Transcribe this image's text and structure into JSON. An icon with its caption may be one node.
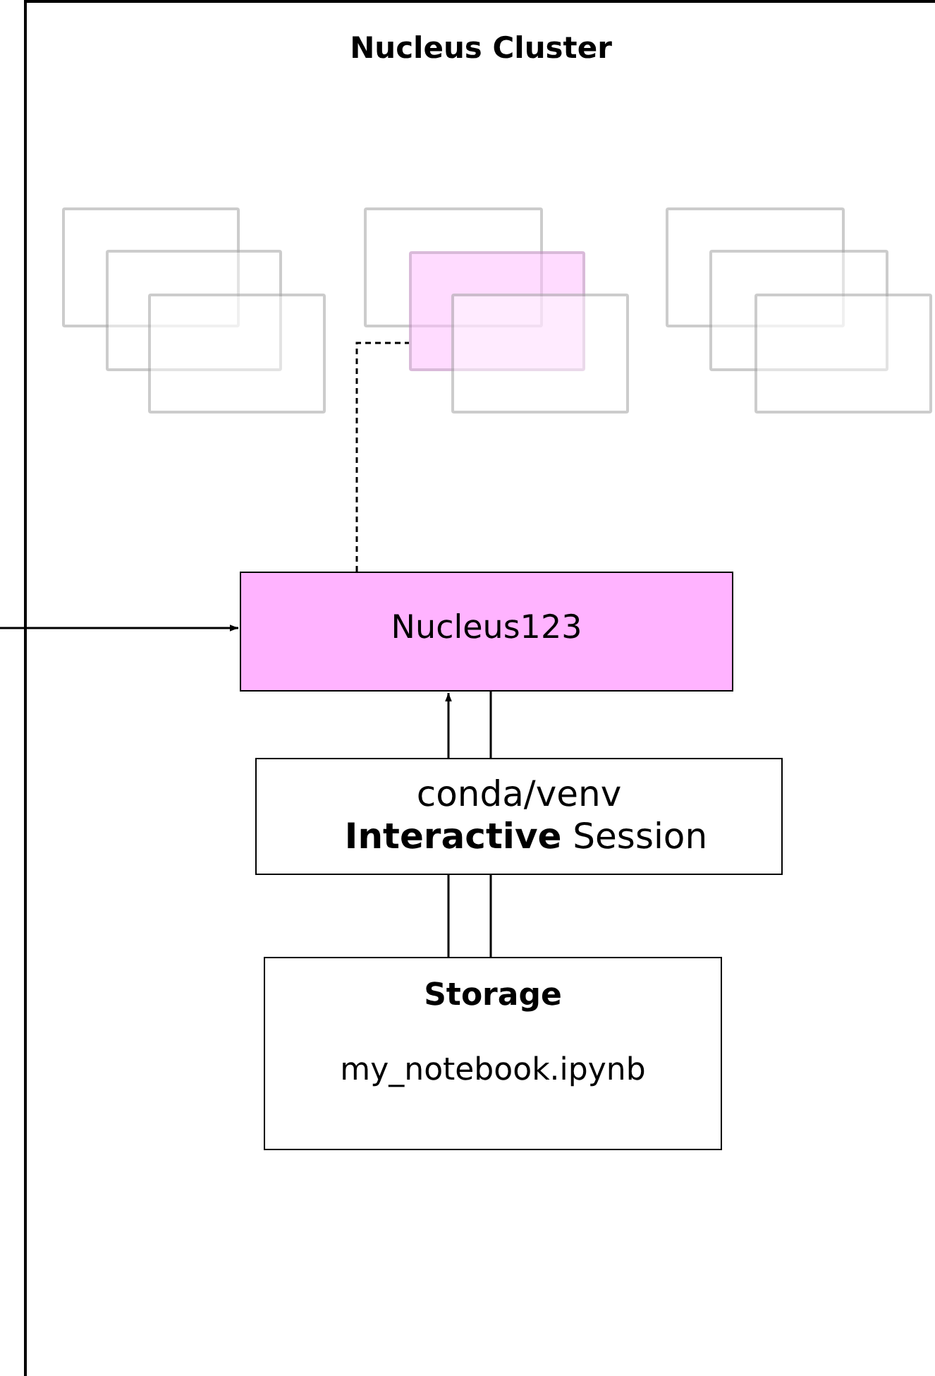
{
  "diagram": {
    "nodes": [
      {
        "text": [
          "Nucleus Cluster"
        ]
      },
      {
        "text": [],
        "shape": "box",
        "in": 0
      },
      {
        "text": [],
        "shape": "box",
        "in": 0
      },
      {
        "text": [],
        "shape": "box",
        "in": 0
      },
      {
        "text": [],
        "shape": "box",
        "in": 0
      },
      {
        "text": [],
        "shape": "box",
        "in": 0
      },
      {
        "text": [],
        "shape": "box",
        "in": 0
      },
      {
        "text": [],
        "shape": "box",
        "in": 0
      },
      {
        "text": [],
        "shape": "box",
        "in": 0
      },
      {
        "text": [],
        "shape": "box",
        "in": 0
      },
      {
        "text": [
          "Nucleus123"
        ],
        "in": 0
      },
      {
        "text": [
          "conda/venv",
          "**Interactive** Session"
        ],
        "in": 0
      },
      {
        "text": [
          "Storage",
          "my_notebook.ipynb"
        ],
        "in": 0
      }
    ],
    "edges": [
      {
        "from": 10,
        "to": 5,
        "arrow": "none",
        "style": "dashed"
      },
      {
        "from": null,
        "to": 10,
        "arrow": "to"
      },
      {
        "from": 11,
        "to": 10,
        "arrow": "to"
      },
      {
        "from": 10,
        "to": 11,
        "arrow": "none"
      },
      {
        "from": 11,
        "to": 12,
        "arrow": "none"
      },
      {
        "from": 11,
        "to": 12,
        "arrow": "none"
      }
    ]
  }
}
